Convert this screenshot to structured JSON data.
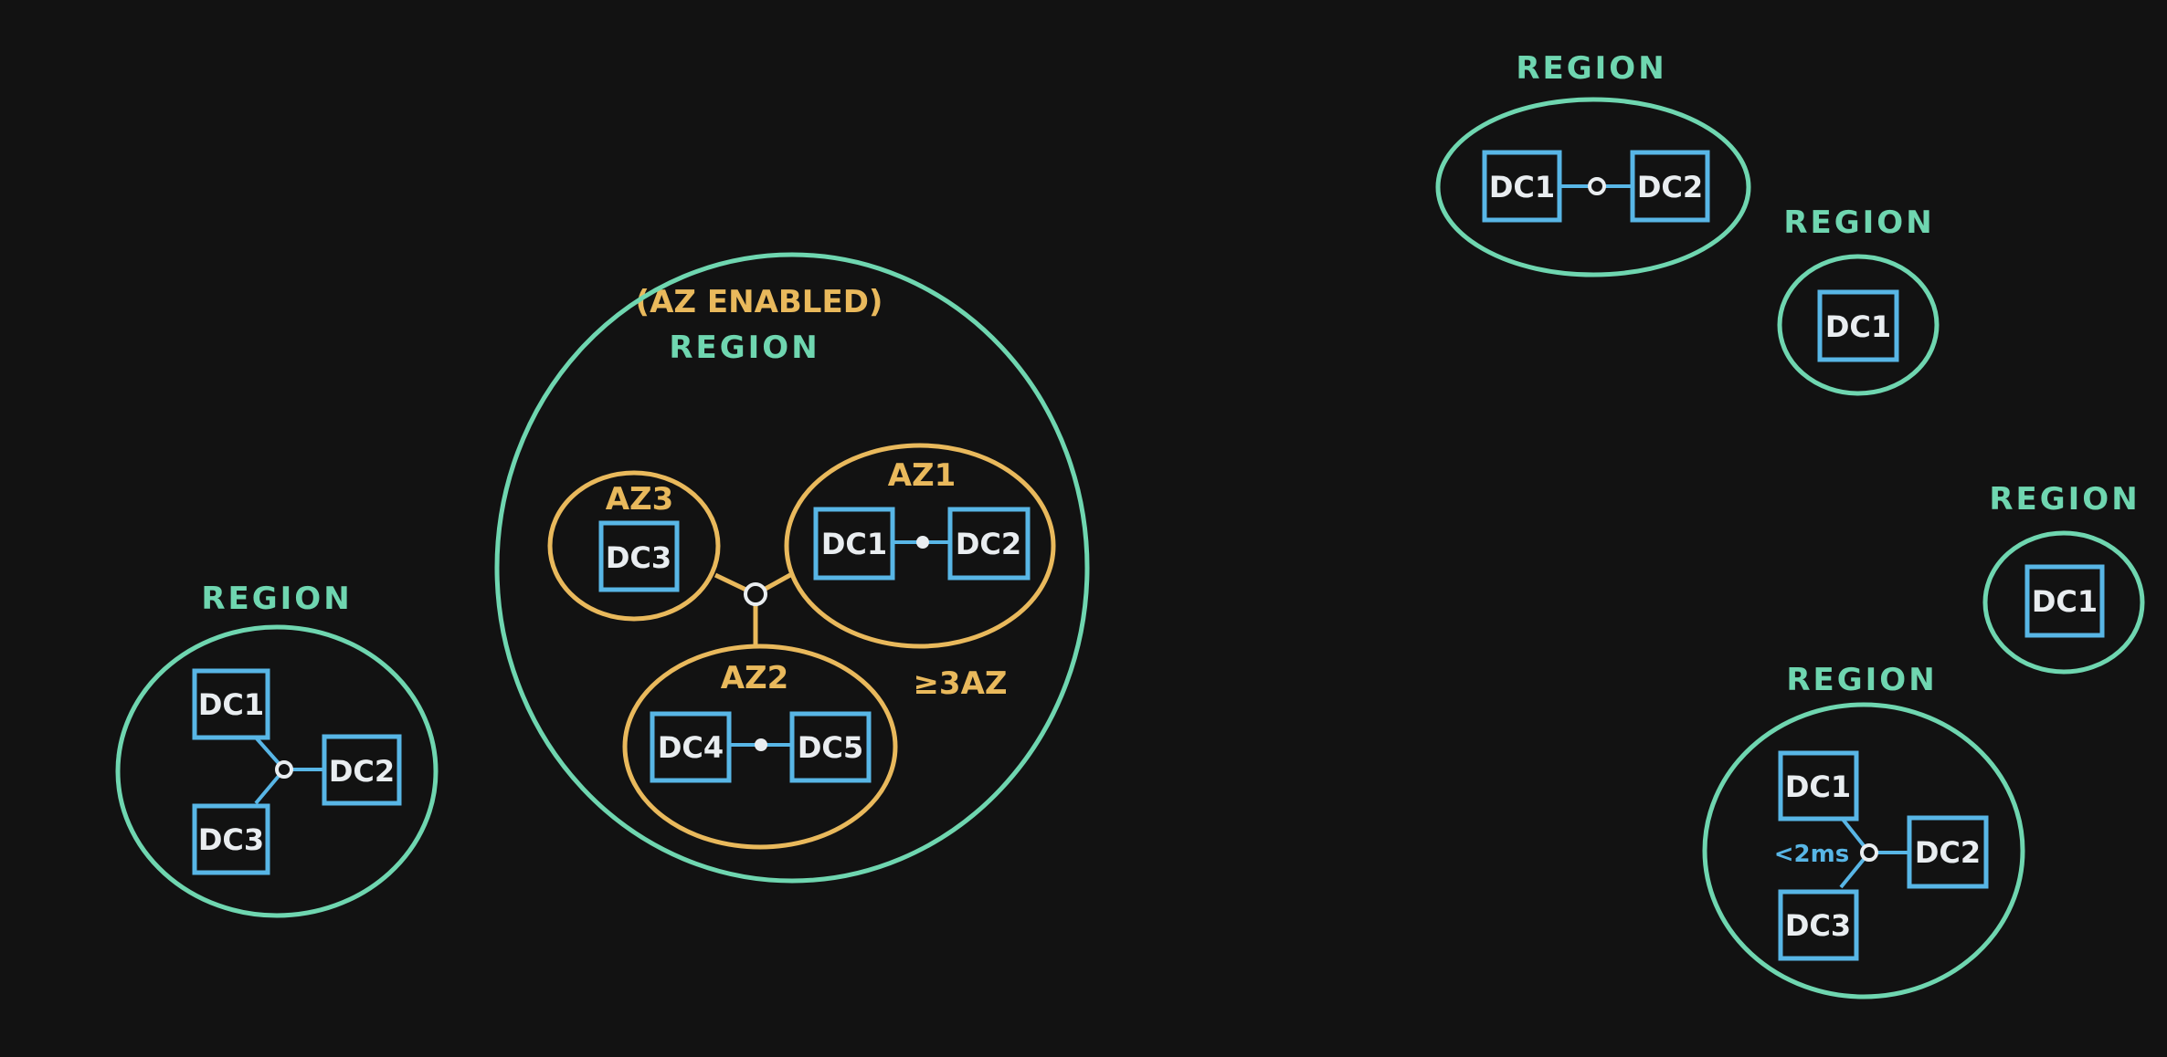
{
  "colors": {
    "background": "#121212",
    "region": "#6fd6b0",
    "az": "#e9b95c",
    "dc": "#58b6e6",
    "dc_text": "#e9edf0",
    "hub": "#e9edf0",
    "note_blue": "#58b6e6"
  },
  "diagram": {
    "region_label": "REGION",
    "az_enabled_label": "(AZ ENABLED)",
    "min_az_note": "≥3AZ",
    "latency_note": "<2ms",
    "az": {
      "az1": "AZ1",
      "az2": "AZ2",
      "az3": "AZ3"
    },
    "dc": {
      "dc1": "DC1",
      "dc2": "DC2",
      "dc3": "DC3",
      "dc4": "DC4",
      "dc5": "DC5"
    }
  }
}
